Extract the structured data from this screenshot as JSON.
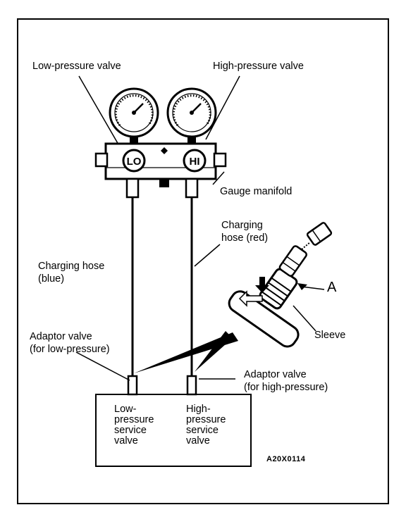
{
  "labels": {
    "low_pressure_valve": "Low-pressure valve",
    "high_pressure_valve": "High-pressure valve",
    "gauge_manifold": "Gauge manifold",
    "charging_hose_red_1": "Charging",
    "charging_hose_red_2": "hose (red)",
    "charging_hose_blue_1": "Charging hose",
    "charging_hose_blue_2": "(blue)",
    "marker_a": "A",
    "sleeve": "Sleeve",
    "adaptor_low_1": "Adaptor valve",
    "adaptor_low_2": "(for low-pressure)",
    "adaptor_high_1": "Adaptor valve",
    "adaptor_high_2": "(for high-pressure)",
    "lo_text": "LO",
    "hi_text": "HI"
  },
  "service_box": {
    "low": [
      "Low-",
      "pressure",
      "service",
      "valve"
    ],
    "high": [
      "High-",
      "pressure",
      "service",
      "valve"
    ]
  },
  "figure_code": "A20X0114"
}
